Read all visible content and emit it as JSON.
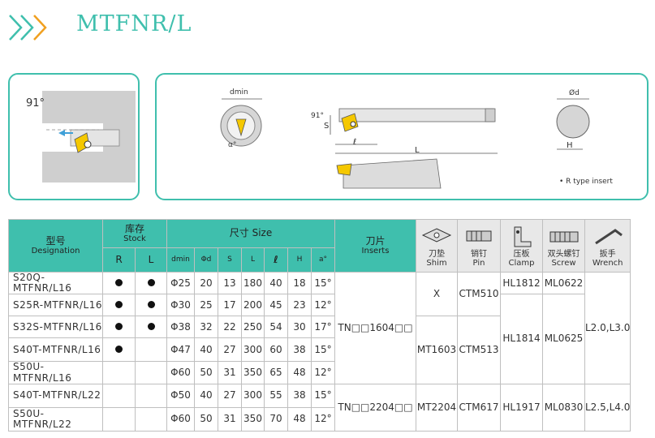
{
  "header": {
    "title": "MTFNR/L"
  },
  "left_box": {
    "angle_label": "91°"
  },
  "right_box": {
    "dmin_label": "dmin",
    "alpha_label": "α°",
    "angle_label": "91°",
    "s_label": "S",
    "l_small_label": "ℓ",
    "L_label": "L",
    "phi_d_label": "Ød",
    "H_label": "H",
    "insert_note": "• R type insert"
  },
  "table": {
    "header": {
      "designation_cn": "型号",
      "designation_en": "Designation",
      "stock_cn": "库存",
      "stock_en": "Stock",
      "size_label": "尺寸 Size",
      "inserts_cn": "刀片",
      "inserts_en": "Inserts",
      "shim_cn": "刀垫",
      "shim_en": "Shim",
      "pin_cn": "销钉",
      "pin_en": "Pin",
      "clamp_cn": "压板",
      "clamp_en": "Clamp",
      "screw_cn": "双头螺钉",
      "screw_en": "Screw",
      "wrench_cn": "扳手",
      "wrench_en": "Wrench",
      "R": "R",
      "L": "L",
      "dmin": "dmin",
      "phid": "Φd",
      "s": "S",
      "l": "L",
      "ell": "ℓ",
      "h": "H",
      "a": "a°"
    },
    "rows": [
      {
        "designation": "S20Q-MTFNR/L16",
        "R": true,
        "L": true,
        "dmin": "Φ25",
        "phid": "20",
        "s": "13",
        "l": "180",
        "ell": "40",
        "h": "18",
        "a": "15°"
      },
      {
        "designation": "S25R-MTFNR/L16",
        "R": true,
        "L": true,
        "dmin": "Φ30",
        "phid": "25",
        "s": "17",
        "l": "200",
        "ell": "45",
        "h": "23",
        "a": "12°"
      },
      {
        "designation": "S32S-MTFNR/L16",
        "R": true,
        "L": true,
        "dmin": "Φ38",
        "phid": "32",
        "s": "22",
        "l": "250",
        "ell": "54",
        "h": "30",
        "a": "17°"
      },
      {
        "designation": "S40T-MTFNR/L16",
        "R": true,
        "L": false,
        "dmin": "Φ47",
        "phid": "40",
        "s": "27",
        "l": "300",
        "ell": "60",
        "h": "38",
        "a": "15°"
      },
      {
        "designation": "S50U-MTFNR/L16",
        "R": false,
        "L": false,
        "dmin": "Φ60",
        "phid": "50",
        "s": "31",
        "l": "350",
        "ell": "65",
        "h": "48",
        "a": "12°"
      },
      {
        "designation": "S40T-MTFNR/L22",
        "R": false,
        "L": false,
        "dmin": "Φ50",
        "phid": "40",
        "s": "27",
        "l": "300",
        "ell": "55",
        "h": "38",
        "a": "15°"
      },
      {
        "designation": "S50U-MTFNR/L22",
        "R": false,
        "L": false,
        "dmin": "Φ60",
        "phid": "50",
        "s": "31",
        "l": "350",
        "ell": "70",
        "h": "48",
        "a": "12°"
      }
    ],
    "group16": {
      "inserts": "TN□□1604□□",
      "shim_a": "X",
      "pin_a": "CTM510",
      "clamp_a": "HL1812",
      "screw_a": "ML0622",
      "shim_b": "MT1603",
      "pin_b": "CTM513",
      "clamp_b": "HL1814",
      "screw_b": "ML0625",
      "wrench": "L2.0,L3.0"
    },
    "group22": {
      "inserts": "TN□□2204□□",
      "shim": "MT2204",
      "pin": "CTM617",
      "clamp": "HL1917",
      "screw": "ML0830",
      "wrench": "L2.5,L4.0"
    }
  }
}
